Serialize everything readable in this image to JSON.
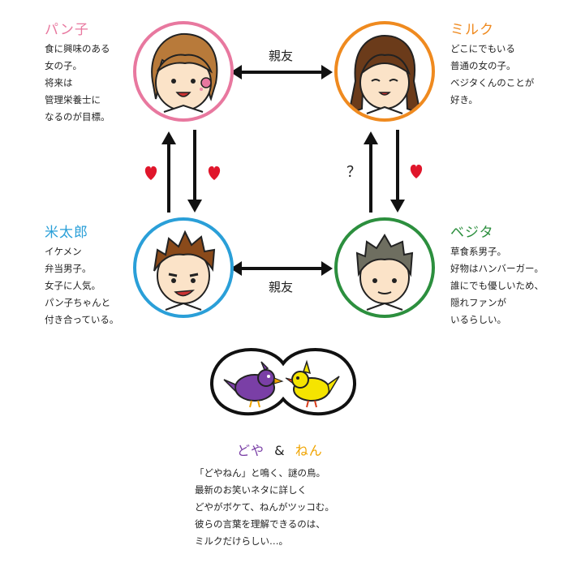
{
  "characters": {
    "pan": {
      "name": "パン子",
      "desc": "食に興味のある\n女の子。\n将来は\n管理栄養士に\nなるのが目標。",
      "color": "#e8789f"
    },
    "milk": {
      "name": "ミルク",
      "desc": "どこにでもいる\n普通の女の子。\nベジタくんのことが\n好き。",
      "color": "#ef8a1f"
    },
    "kome": {
      "name": "米太郎",
      "desc": "イケメン\n弁当男子。\n女子に人気。\nパン子ちゃんと\n付き合っている。",
      "color": "#2a9fd8"
    },
    "vegeta": {
      "name": "ベジタ",
      "desc": "草食系男子。\n好物はハンバーガー。\n誰にでも優しいため、\n隠れファンが\nいるらしい。",
      "color": "#2c8f3e"
    }
  },
  "relations": {
    "top_label": "親友",
    "bottom_label": "親友",
    "question_mark": "？"
  },
  "birds": {
    "name_doya": "どや",
    "amp": "&",
    "name_nen": "ねん",
    "color_doya": "#7a3fa6",
    "color_nen": "#f0a400",
    "desc": "「どやねん」と鳴く、謎の鳥。\n最新のお笑いネタに詳しく\nどやがボケて、ねんがツッコむ。\n彼らの言葉を理解できるのは、\nミルクだけらしい…。"
  }
}
